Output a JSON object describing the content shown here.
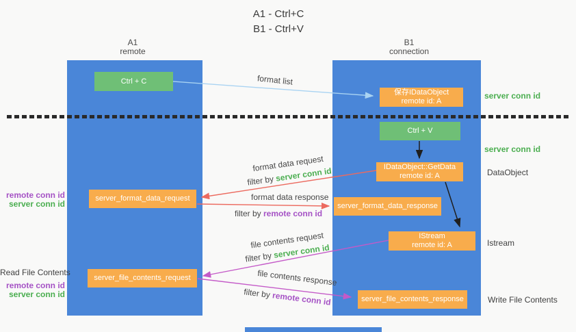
{
  "title": {
    "line1": "A1 - Ctrl+C",
    "line2": "B1 - Ctrl+V"
  },
  "columns": {
    "left": {
      "name": "A1",
      "role": "remote"
    },
    "right": {
      "name": "B1",
      "role": "connection"
    }
  },
  "nodes": {
    "ctrl_c": {
      "label": "Ctrl + C"
    },
    "ctrl_v": {
      "label": "Ctrl + V"
    },
    "save_dataobject": {
      "line1": "保存IDataObject",
      "line2": "remote id: A"
    },
    "getdata": {
      "line1": "IDataObject::GetData",
      "line2": "remote id: A"
    },
    "istream": {
      "line1": "IStream",
      "line2": "remote id: A"
    },
    "format_request": {
      "label": "server_format_data_request"
    },
    "format_response": {
      "label": "server_format_data_response"
    },
    "file_request": {
      "label": "server_file_contents_request"
    },
    "file_response": {
      "label": "server_file_contents_response"
    }
  },
  "arrow_labels": {
    "format_list": "format list",
    "format_data_request": "format data request",
    "format_data_response": "format data response",
    "file_contents_request": "file contents request",
    "file_contents_response": "file contents response",
    "filter_by": "filter by "
  },
  "side_labels": {
    "server_conn_id": "server conn id",
    "remote_conn_id": "remote conn id",
    "dataobject": "DataObject",
    "istream": "Istream",
    "read_file_contents": "Read File Contents",
    "write_file_contents": "Write File Contents"
  },
  "colors": {
    "lane_blue": "#4a86d8",
    "node_green": "#6fbf76",
    "node_orange": "#f8ac4c",
    "label_green": "#4bae50",
    "label_purple": "#a552c5",
    "arrow_red": "#ec6a5f",
    "arrow_magenta": "#c45ac8",
    "arrow_light_blue": "#a9d3f2",
    "arrow_black": "#1f1f1f",
    "divider_black": "#2a2a2a"
  }
}
